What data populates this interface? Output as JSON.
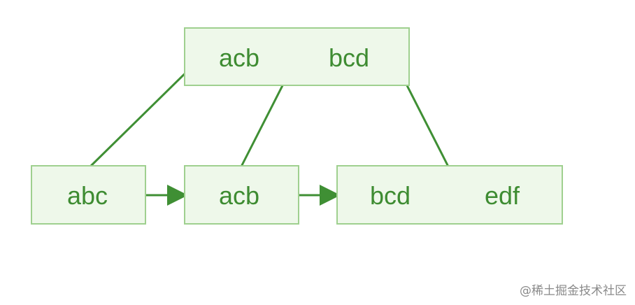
{
  "diagram": {
    "root": {
      "keys": [
        "acb",
        "bcd"
      ]
    },
    "leaves": [
      {
        "keys": [
          "abc"
        ]
      },
      {
        "keys": [
          "acb"
        ]
      },
      {
        "keys": [
          "bcd",
          "edf"
        ]
      }
    ],
    "edge_color": "#3f8f34",
    "node_fill": "#eef8ea",
    "node_border": "#9fd08f",
    "text_color": "#3e8c32"
  },
  "watermark": {
    "text": "@稀土掘金技术社区"
  }
}
